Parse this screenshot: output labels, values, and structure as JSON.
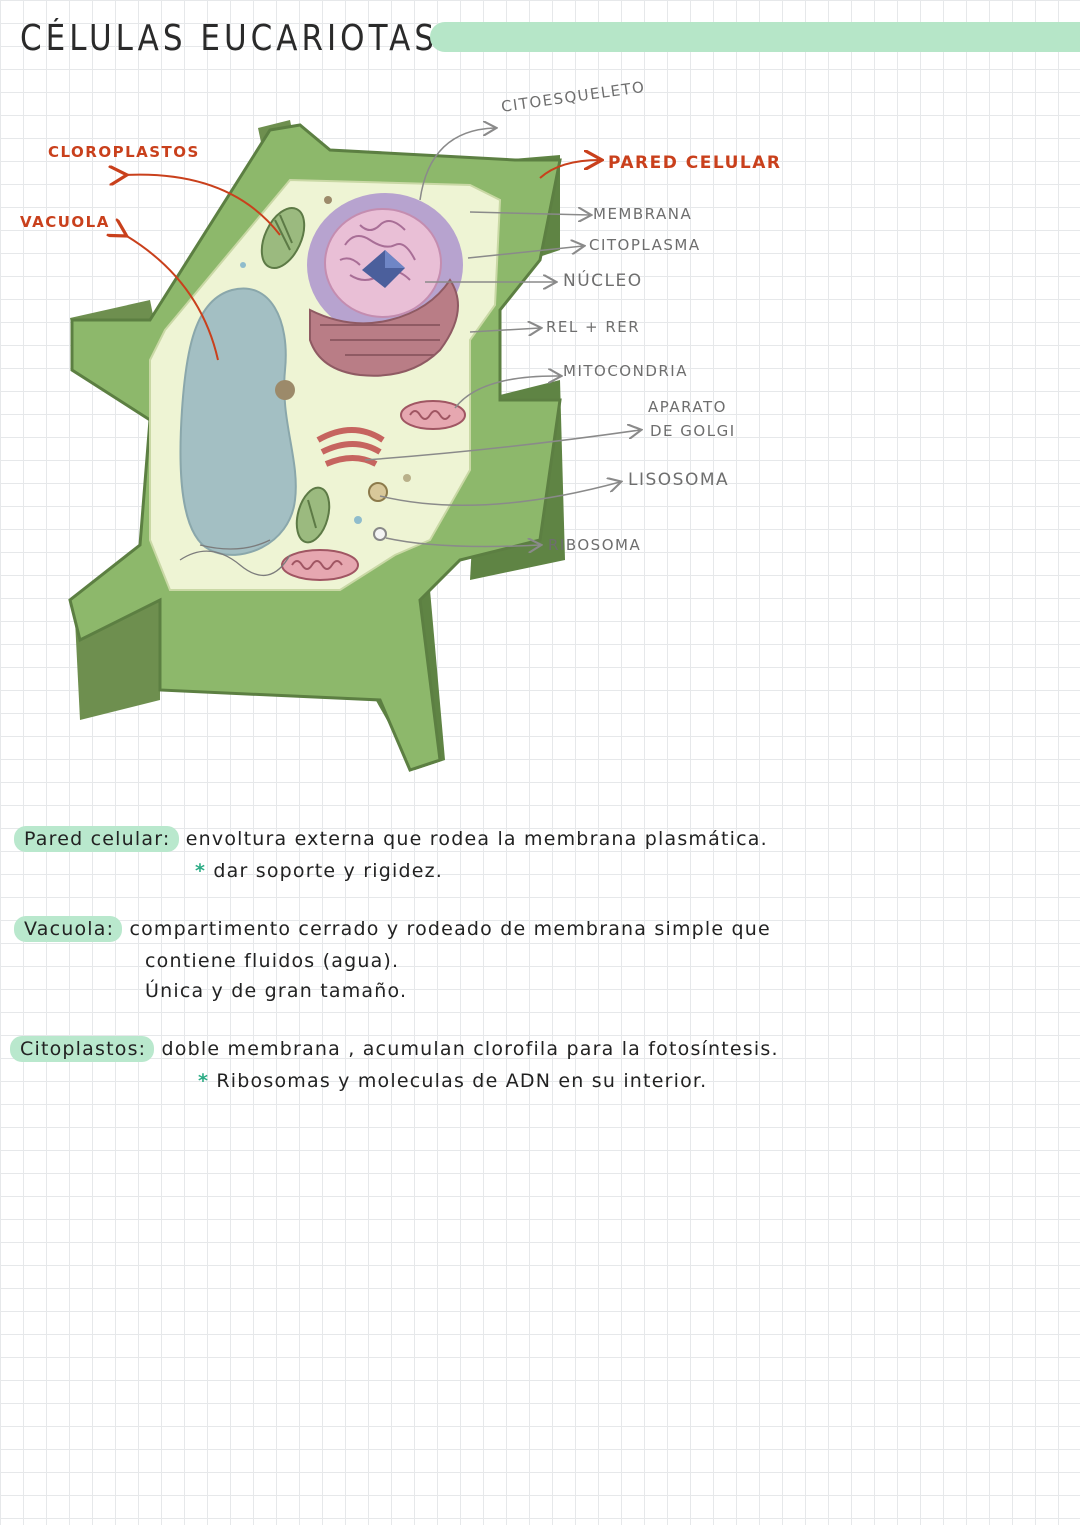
{
  "title": "CÉLULAS EUCARIOTAS VEGETALES",
  "diagram": {
    "labels": {
      "cloroplastos": "CLOROPLASTOS",
      "vacuola": "VACUOLA",
      "citoesqueleto": "CITOESQUELETO",
      "pared_celular": "PARED CELULAR",
      "membrana": "MEMBRANA",
      "citoplasma": "CITOPLASMA",
      "nucleo": "NÚCLEO",
      "rel_rer": "REL + RER",
      "mitocondria": "MITOCONDRIA",
      "aparato_line1": "APARATO",
      "aparato_line2": "DE GOLGI",
      "lisosoma": "LISOSOMA",
      "ribosoma": "RIBOSOMA"
    }
  },
  "notes": {
    "pared": {
      "term": "Pared celular:",
      "text": "envoltura externa que rodea la membrana plasmática.",
      "bullet_star": "*",
      "bullet": "dar soporte y rigidez."
    },
    "vacuola": {
      "term": "Vacuola:",
      "text": "compartimento cerrado y rodeado de membrana simple que",
      "line2": "contiene fluidos (agua).",
      "line3": "Única y de gran tamaño."
    },
    "cloroplastos": {
      "term": "Citoplastos:",
      "text": "doble membrana , acumulan clorofila para la fotosíntesis.",
      "bullet_star": "*",
      "bullet": "Ribosomas y moleculas de ADN en su interior."
    }
  }
}
